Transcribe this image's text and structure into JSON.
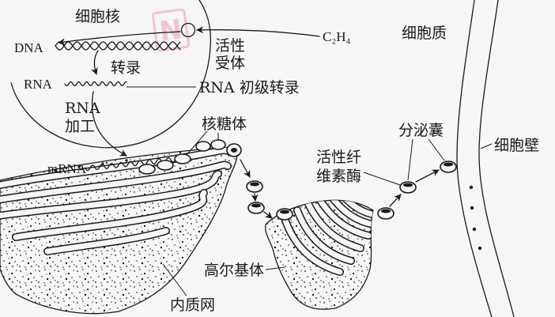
{
  "labels": {
    "nucleus": "细胞核",
    "dna": "DNA",
    "active_receptor": [
      "活性",
      "受体"
    ],
    "ethylene": "C₂H₄",
    "transcription": "转录",
    "rna": "RNA",
    "rna_primary_transcript": "RNA 初级转录",
    "rna_processing": [
      "RNA",
      "加工"
    ],
    "ribosome": "核糖体",
    "mrna": "mRNA",
    "cytoplasm": "细胞质",
    "secretory_vesicle": "分泌囊",
    "cell_wall": "细胞壁",
    "active_cellulase": [
      "活性纤",
      "维素酶"
    ],
    "golgi": "高尔基体",
    "er": "内质网"
  },
  "watermark": {
    "letter": "N",
    "color": "#e46aa8"
  },
  "colors": {
    "ink": "#1a1a1a",
    "paper": "#f6f6f4"
  }
}
